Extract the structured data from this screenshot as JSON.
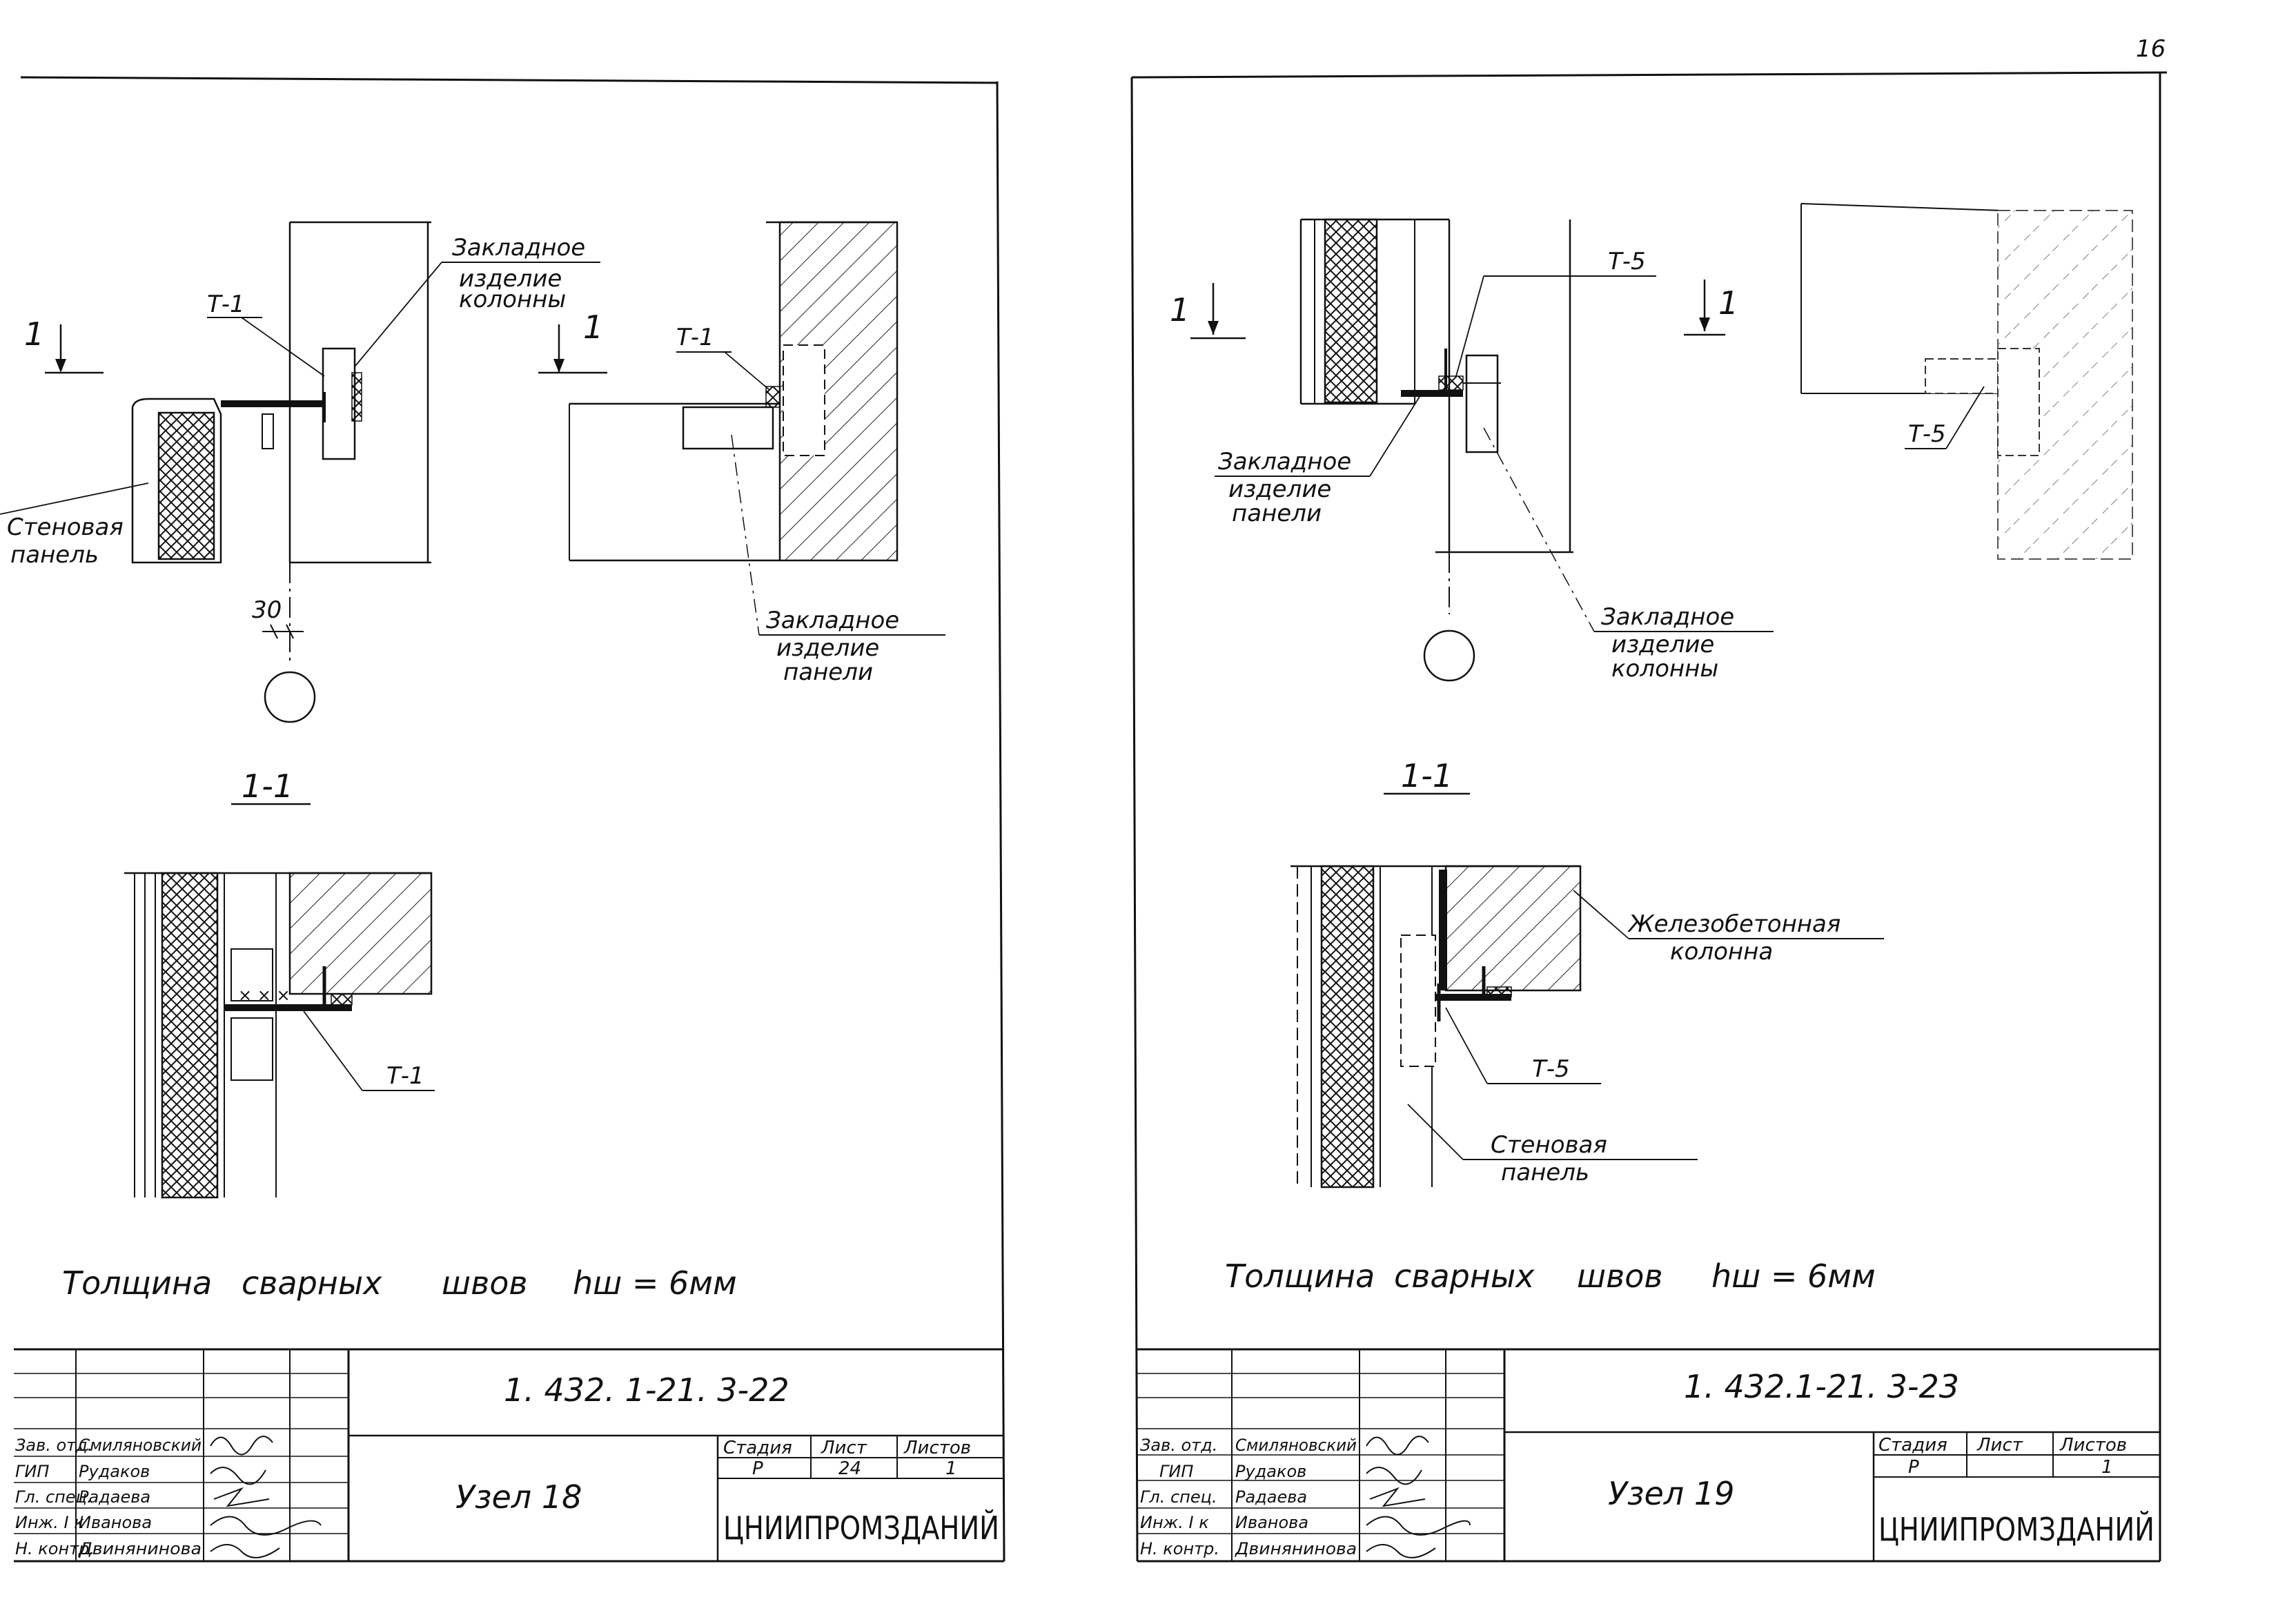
{
  "page_number": "16",
  "sheets": [
    {
      "labels": {
        "node_mark_top": "1",
        "node_mark_right": "1",
        "t1_top": "Т-1",
        "t1_mid": "Т-1",
        "t1_section": "Т-1",
        "zakl_kol_1": "Закладное",
        "zakl_kol_2": "изделие",
        "zakl_kol_3": "колонны",
        "zakl_pan_1": "Закладное",
        "zakl_pan_2": "изделие",
        "zakl_pan_3": "панели",
        "wall_1": "Стеновая",
        "wall_2": "панель",
        "dim": "30",
        "section": "1-1",
        "weld_1": "Толщина",
        "weld_2": "сварных",
        "weld_3": "швов",
        "weld_4": "hш = 6мм"
      },
      "title_block": {
        "code": "1. 432. 1-21. 3-22",
        "node": "Узел 18",
        "stage_h": "Стадия",
        "sheet_h": "Лист",
        "sheets_h": "Листов",
        "stage": "Р",
        "sheet": "24",
        "sheets": "1",
        "org": "ЦНИИПРОМЗДАНИЙ",
        "roles": [
          "Зав. отд.",
          "ГИП",
          "Гл. спец.",
          "Инж. I к",
          "Н. контр."
        ],
        "names": [
          "Смиляновский",
          "Рудаков",
          "Радаева",
          "Иванова",
          "Двинянинова"
        ]
      }
    },
    {
      "labels": {
        "node_mark_top": "1",
        "node_mark_right": "1",
        "t5_top": "Т-5",
        "t5_right": "Т-5",
        "t5_section": "Т-5",
        "zakl_pan_1": "Закладное",
        "zakl_pan_2": "изделие",
        "zakl_pan_3": "панели",
        "zakl_kol_1": "Закладное",
        "zakl_kol_2": "изделие",
        "zakl_kol_3": "колонны",
        "zhb_1": "Железобетонная",
        "zhb_2": "колонна",
        "wall_1": "Стеновая",
        "wall_2": "панель",
        "section": "1-1",
        "weld_1": "Толщина",
        "weld_2": "сварных",
        "weld_3": "швов",
        "weld_4": "hш = 6мм"
      },
      "title_block": {
        "code": "1. 432.1-21. 3-23",
        "node": "Узел 19",
        "stage_h": "Стадия",
        "sheet_h": "Лист",
        "sheets_h": "Листов",
        "stage": "Р",
        "sheet": "",
        "sheets": "1",
        "org": "ЦНИИПРОМЗДАНИЙ",
        "roles": [
          "Зав. отд.",
          "ГИП",
          "Гл. спец.",
          "Инж. I к",
          "Н. контр."
        ],
        "names": [
          "Смиляновский",
          "Рудаков",
          "Радаева",
          "Иванова",
          "Двинянинова"
        ]
      }
    }
  ]
}
